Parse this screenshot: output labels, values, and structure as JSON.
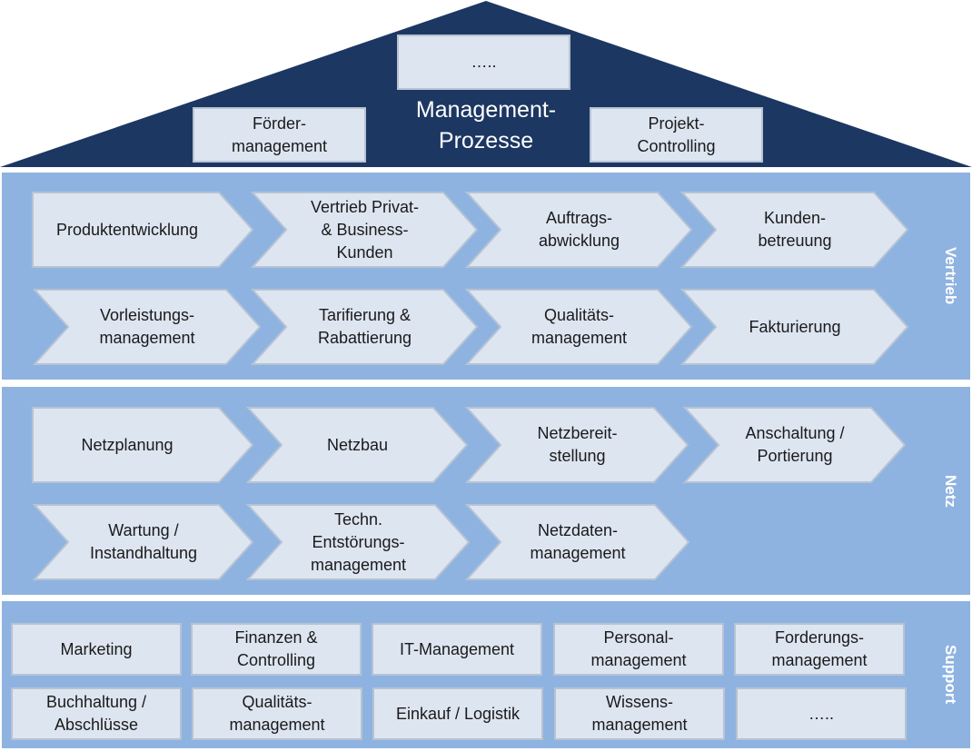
{
  "colors": {
    "roof": "#1c3762",
    "band": "#8eb3e1",
    "box_fill": "#dde5f1",
    "box_border": "#b7c3d3",
    "label_text": "#ffffff"
  },
  "management": {
    "title": "Management-\nProzesse",
    "boxes": {
      "top": "…..",
      "left": "Förder-\nmanagement",
      "right": "Projekt-\nControlling"
    }
  },
  "vertrieb": {
    "label": "Vertrieb",
    "row1": [
      "Produktentwicklung",
      "Vertrieb Privat-\n& Business-\nKunden",
      "Auftrags-\nabwicklung",
      "Kunden-\nbetreuung"
    ],
    "row2": [
      "Vorleistungs-\nmanagement",
      "Tarifierung &\nRabattierung",
      "Qualitäts-\nmanagement",
      "Fakturierung"
    ]
  },
  "netz": {
    "label": "Netz",
    "row1": [
      "Netzplanung",
      "Netzbau",
      "Netzbereit-\nstellung",
      "Anschaltung /\nPortierung"
    ],
    "row2": [
      "Wartung /\nInstandhaltung",
      "Techn.\nEntstörungs-\nmanagement",
      "Netzdaten-\nmanagement"
    ]
  },
  "support": {
    "label": "Support",
    "row1": [
      "Marketing",
      "Finanzen &\nControlling",
      "IT-Management",
      "Personal-\nmanagement",
      "Forderungs-\nmanagement"
    ],
    "row2": [
      "Buchhaltung /\nAbschlüsse",
      "Qualitäts-\nmanagement",
      "Einkauf / Logistik",
      "Wissens-\nmanagement",
      "….."
    ]
  }
}
